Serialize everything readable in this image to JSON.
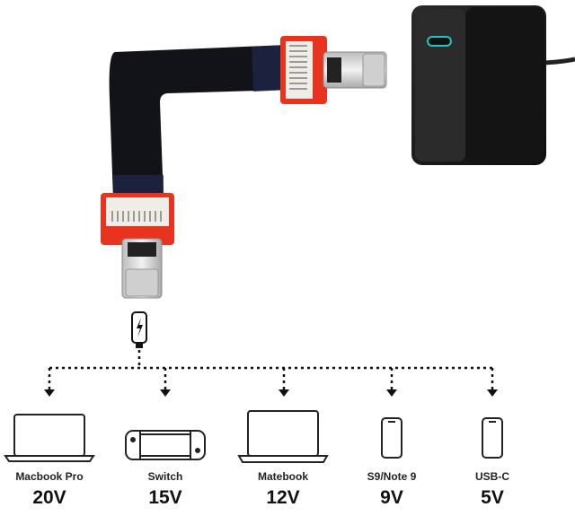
{
  "devices": [
    {
      "name": "Macbook Pro",
      "voltage": "20V",
      "icon": "laptop-icon"
    },
    {
      "name": "Switch",
      "voltage": "15V",
      "icon": "game-console-icon"
    },
    {
      "name": "Matebook",
      "voltage": "12V",
      "icon": "laptop-icon"
    },
    {
      "name": "S9/Note 9",
      "voltage": "9V",
      "icon": "phone-icon"
    },
    {
      "name": "USB-C",
      "voltage": "5V",
      "icon": "phone-icon"
    }
  ],
  "colors": {
    "cable": "#111318",
    "connector_board": "#e8331f",
    "metal": "#d8d8d8",
    "charger": "#1c1c1c",
    "port_glow": "#1fc7c2"
  }
}
